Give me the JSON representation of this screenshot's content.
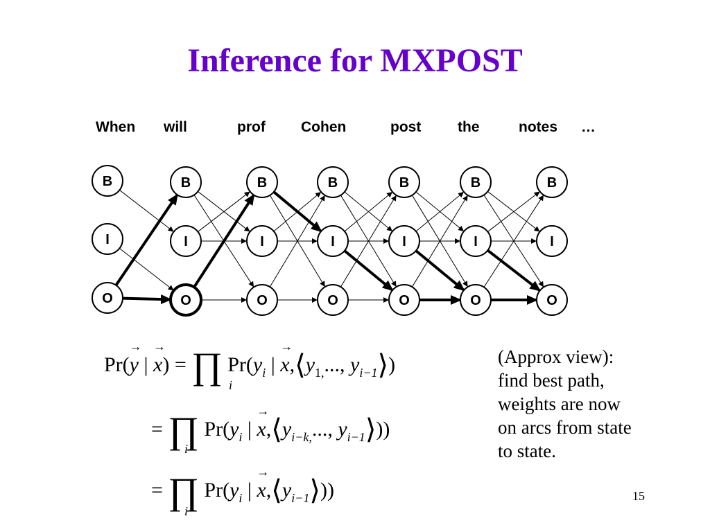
{
  "title": "Inference for MXPOST",
  "words": [
    "When",
    "will",
    "prof",
    "Cohen",
    "post",
    "the",
    "notes",
    "…"
  ],
  "states": [
    "B",
    "I",
    "O"
  ],
  "note_lines": [
    "(Approx view):",
    "find best path,",
    "weights are now",
    "on arcs from state",
    "to state."
  ],
  "page_number": "15",
  "eq": {
    "pr": "Pr(",
    "y": "y",
    "x": "x",
    "bar": "|",
    "close": ")",
    "comma": ",",
    "dots": "...,",
    "equals": "=",
    "prod": "∏",
    "under_i": "i",
    "lang": "⟨",
    "rang": "⟩",
    "sub_i": "i",
    "sub_1": "1,",
    "sub_im1": "i−1",
    "sub_imk": "i−k,",
    "closeparen": "))"
  },
  "colors": {
    "title": "#6600cc",
    "stroke": "#000000"
  }
}
